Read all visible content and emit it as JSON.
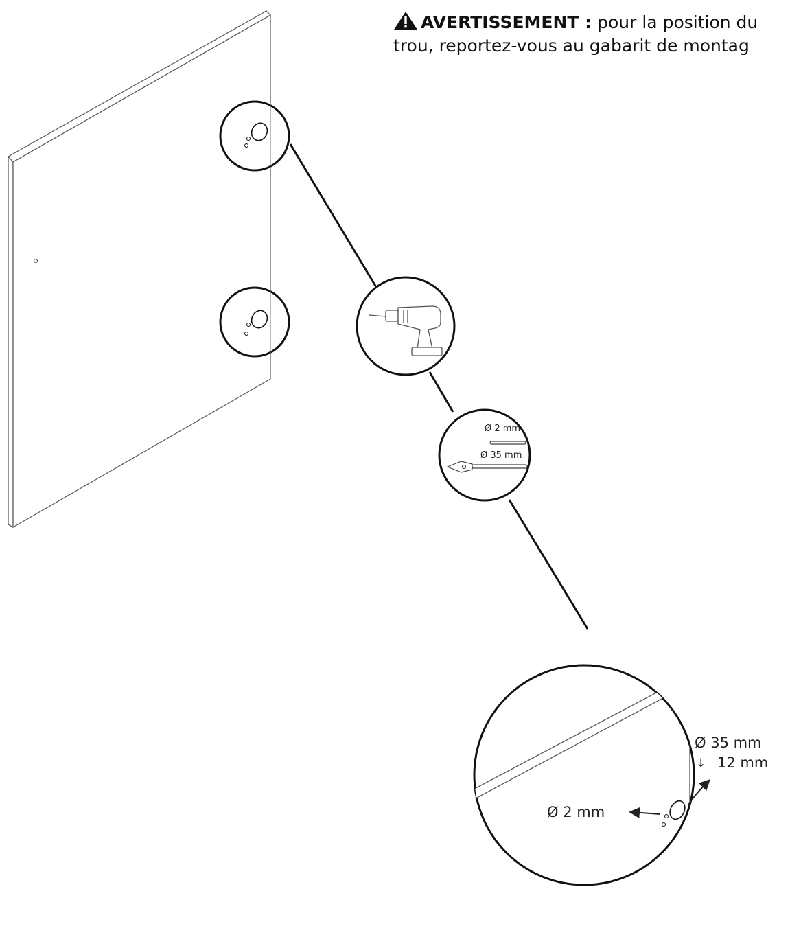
{
  "warning": {
    "title": "AVERTISSEMENT :",
    "line1": "pour la position du",
    "line2": "trou, reportez-vous au gabarit de montag",
    "icon": "warning-triangle-icon"
  },
  "tools": {
    "drill_icon": "cordless-drill-icon",
    "bit_small_label": "Ø 2 mm",
    "bit_large_label": "Ø 35 mm"
  },
  "detail": {
    "hinge_hole_diameter": "Ø 35 mm",
    "hinge_hole_depth": "12 mm",
    "pilot_hole_diameter": "Ø 2 mm"
  }
}
